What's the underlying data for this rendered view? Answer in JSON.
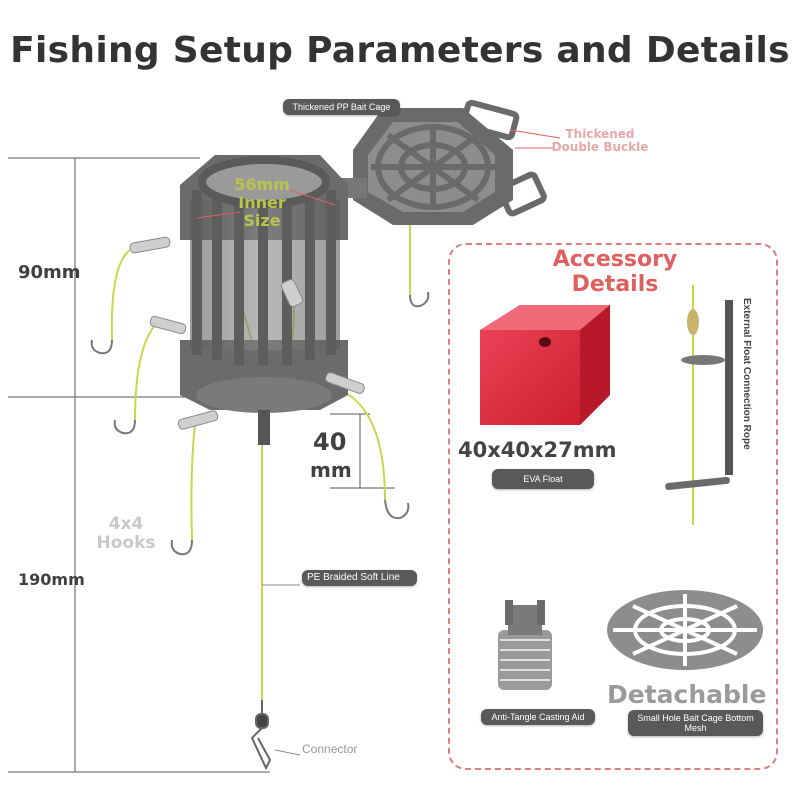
{
  "title": "Fishing Setup Parameters and Details",
  "labels": {
    "thickened_pp_bait_cage": "Thickened PP Bait Cage",
    "thickened_double_buckle": "Thickened Double Buckle",
    "inner_size": "56mm Inner Size",
    "height_90": "90mm",
    "height_190": "190mm",
    "dim_40": "40",
    "dim_mm": "mm",
    "hooks": "4x4 Hooks",
    "pe_braided_soft_line": "PE Braided Soft Line",
    "connector": "Connector"
  },
  "accessory": {
    "title": "Accessory Details",
    "float_size": "40x40x27mm",
    "eva_float": "EVA Float",
    "external_float_rope": "External Float Connection Rope",
    "anti_tangle": "Anti-Tangle Casting Aid",
    "detachable": "Detachable",
    "bottom_mesh": "Small Hole Bait Cage Bottom Mesh"
  },
  "colors": {
    "cage_gray": "#6b6b6b",
    "line_green": "#c8d84a",
    "float_red": "#e8293b",
    "accent_red": "#e06060",
    "pill_gray": "#595959"
  }
}
